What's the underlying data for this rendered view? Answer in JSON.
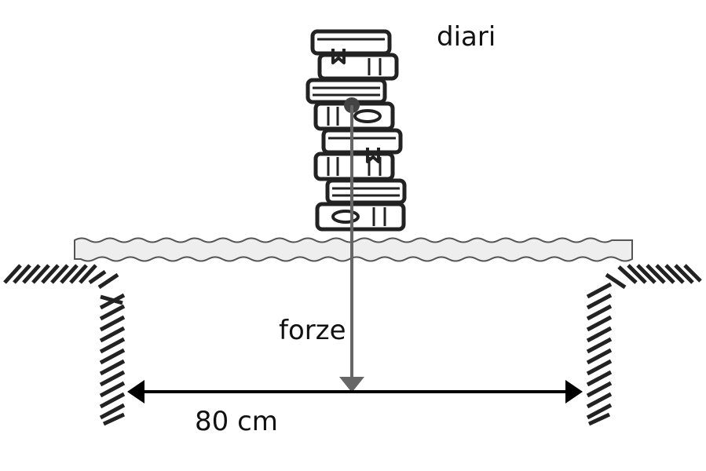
{
  "labels": {
    "books": "diari",
    "force": "forze",
    "distance": "80 cm"
  },
  "colors": {
    "ink": "#222222",
    "arrow": "#666666",
    "board_fill": "#eeeeee"
  },
  "icons": [
    "stack-of-books-icon"
  ]
}
